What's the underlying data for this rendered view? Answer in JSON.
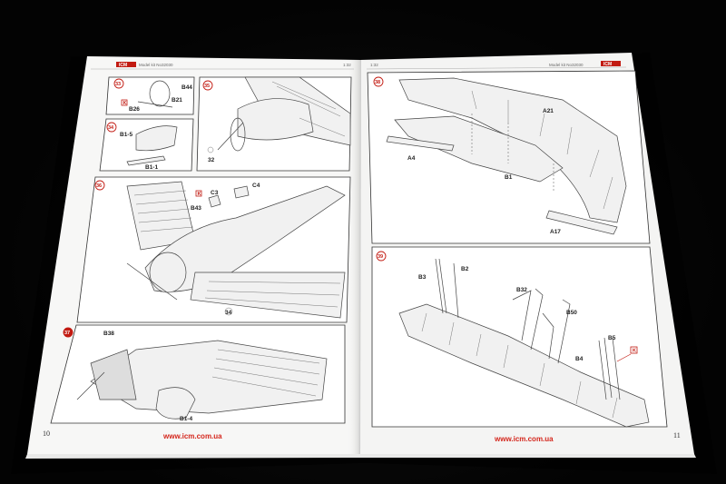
{
  "booklet": {
    "left_page": {
      "logo": "ICM",
      "header_model": "Model kit No32030",
      "header_scale": "1:32",
      "page_number": "10",
      "url": "www.icm.com.ua",
      "steps": [
        {
          "number": "33",
          "labels": [
            "B44",
            "B21",
            "B26"
          ],
          "marker": "K"
        },
        {
          "number": "34",
          "labels": [
            "B1-5",
            "B1-1"
          ]
        },
        {
          "number": "35",
          "labels": [
            "32"
          ]
        },
        {
          "number": "36",
          "labels": [
            "C3",
            "C4",
            "B43",
            "34"
          ],
          "marker": "K"
        },
        {
          "number": "37",
          "labels": [
            "B38",
            "B1-4"
          ]
        }
      ]
    },
    "right_page": {
      "logo": "ICM",
      "header_scale": "1:32",
      "header_model": "Model kit No32030",
      "page_number": "11",
      "url": "www.icm.com.ua",
      "steps": [
        {
          "number": "38",
          "labels": [
            "A21",
            "A4",
            "B1",
            "A17"
          ]
        },
        {
          "number": "39",
          "labels": [
            "B3",
            "B2",
            "B32",
            "B50",
            "B5",
            "B4"
          ],
          "marker": "K"
        }
      ]
    }
  }
}
